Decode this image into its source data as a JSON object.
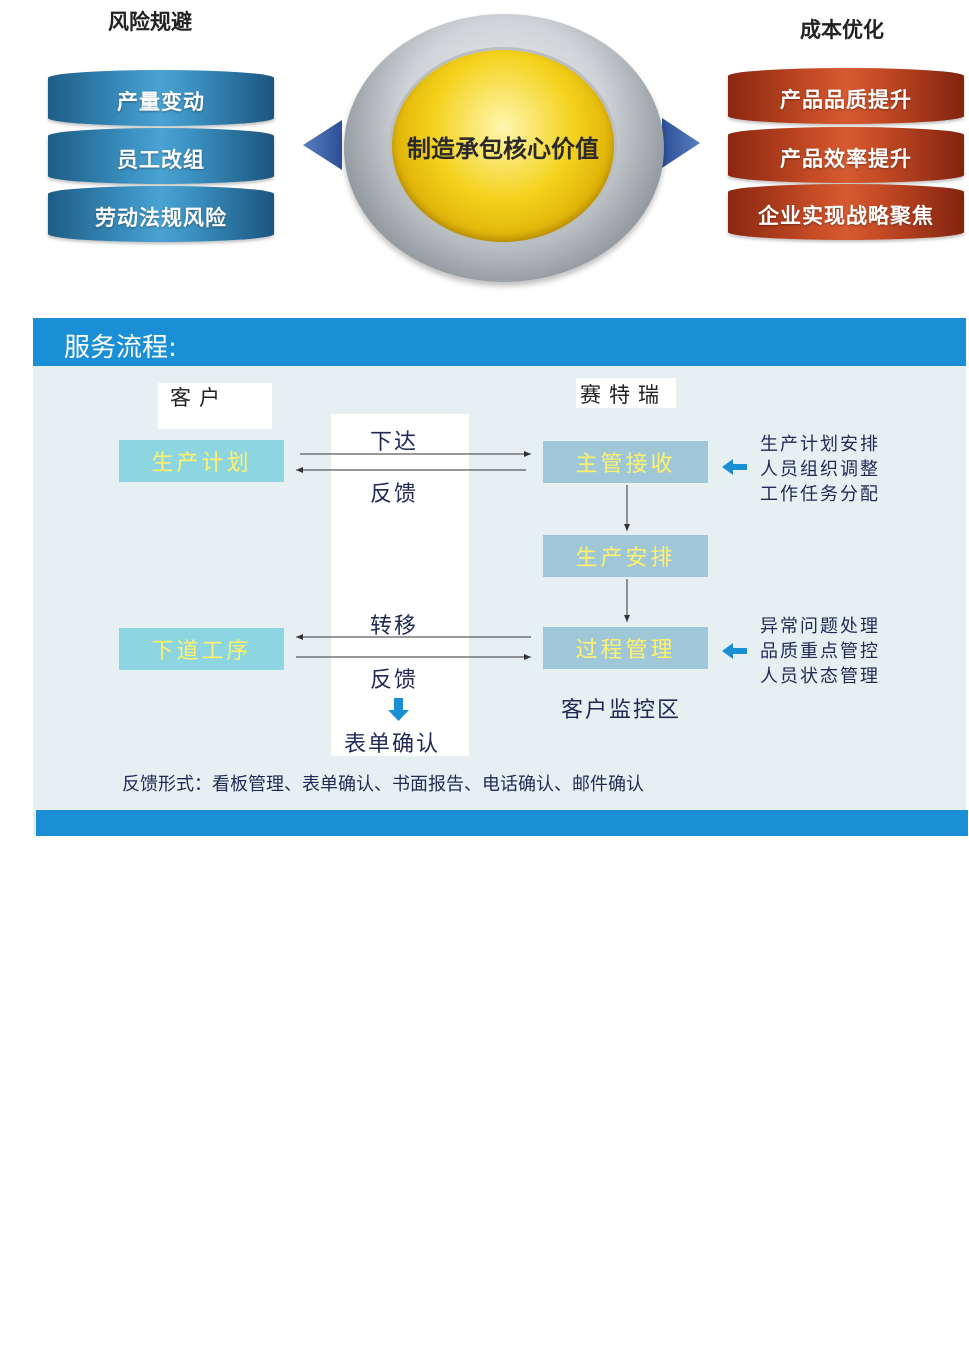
{
  "top": {
    "left_group": {
      "title": "风险规避",
      "items": [
        "产量变动",
        "员工改组",
        "劳动法规风险"
      ],
      "color": "#3a8fbf"
    },
    "center": {
      "label": "制造承包核心价值",
      "color": "#f4d21c"
    },
    "right_group": {
      "title": "成本优化",
      "items": [
        "产品品质提升",
        "产品效率提升",
        "企业实现战略聚焦"
      ],
      "color": "#c44a25"
    }
  },
  "flow": {
    "header": "服务流程:",
    "header_color": "#1b8fd6",
    "col_left": "客户",
    "col_right": "赛特瑞",
    "left_boxes": [
      "生产计划",
      "下道工序"
    ],
    "right_boxes": [
      "主管接收",
      "生产安排",
      "过程管理"
    ],
    "arrow_labels": {
      "dispatch": "下达",
      "feedback1": "反馈",
      "transfer": "转移",
      "feedback2": "反馈",
      "form_confirm": "表单确认"
    },
    "side_notes_1": [
      "生产计划安排",
      "人员组织调整",
      "工作任务分配"
    ],
    "side_notes_2": [
      "异常问题处理",
      "品质重点管控",
      "人员状态管理"
    ],
    "monitor_label": "客户监控区",
    "feedback_forms": "反馈形式：看板管理、表单确认、书面报告、电话确认、邮件确认"
  }
}
